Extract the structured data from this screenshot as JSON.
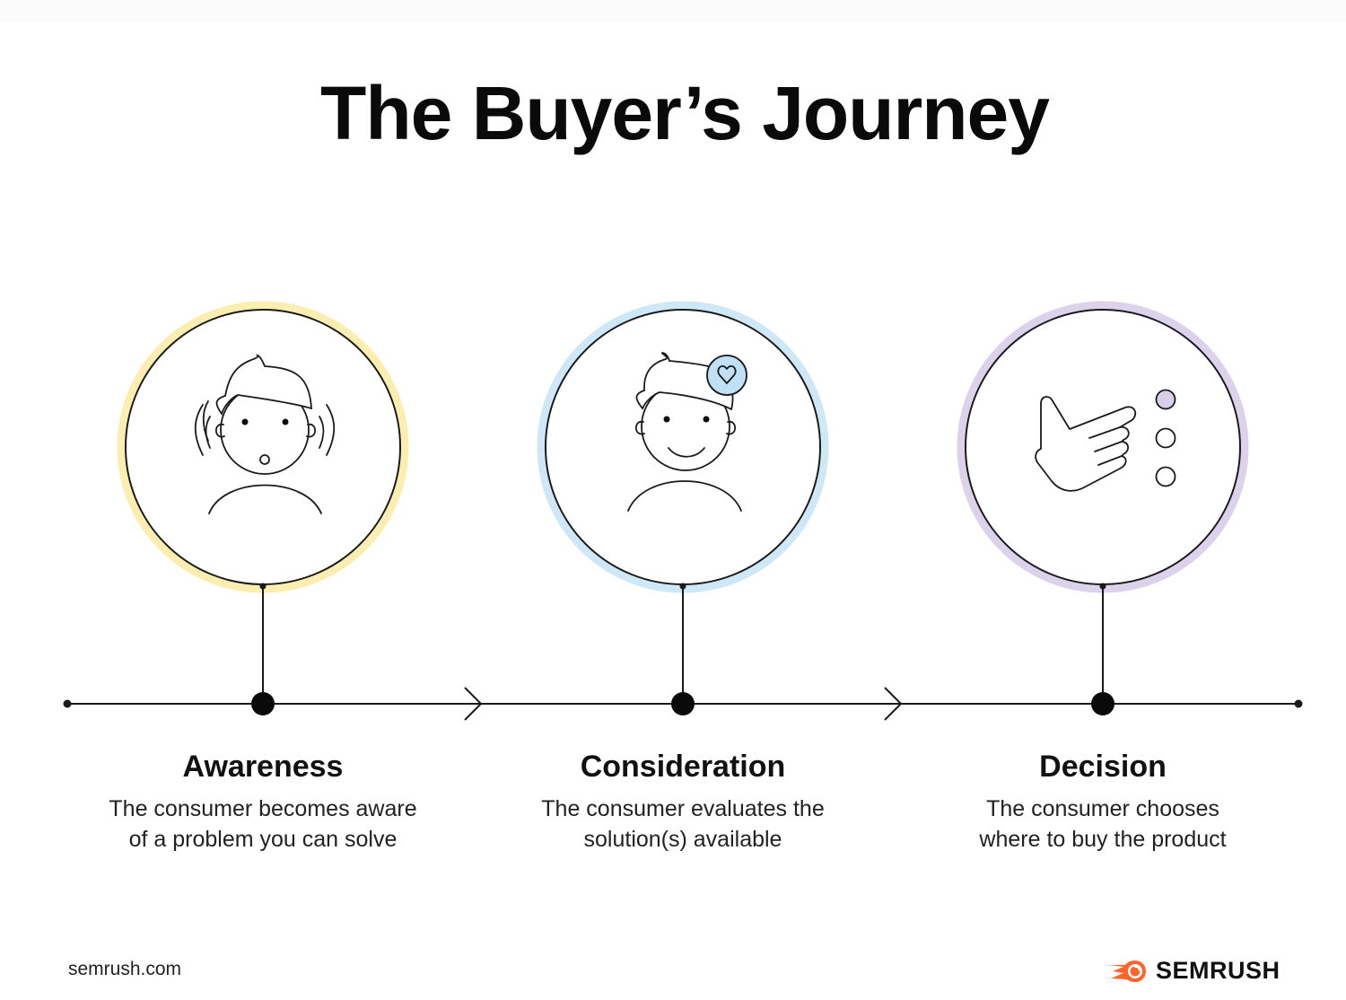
{
  "title": "The Buyer’s Journey",
  "colors": {
    "awareness_ring": "#fbeeb0",
    "consideration_ring": "#cfe8f7",
    "decision_ring": "#ddd2ec",
    "heart_badge": "#bfe0f5",
    "decision_dot": "#d9cfe9",
    "brand_orange": "#ff642d",
    "line": "#1a1a1a"
  },
  "stages": [
    {
      "name": "Awareness",
      "description_line1": "The consumer becomes aware",
      "description_line2": "of a problem you can solve",
      "icon": "surprised-person-icon"
    },
    {
      "name": "Consideration",
      "description_line1": "The consumer evaluates the",
      "description_line2": "solution(s) available",
      "icon": "smiling-person-with-heart-icon"
    },
    {
      "name": "Decision",
      "description_line1": "The consumer chooses",
      "description_line2": "where to buy the product",
      "icon": "pointing-hand-options-icon"
    }
  ],
  "timeline": {
    "arrows": 2,
    "nodes": 3
  },
  "footer": {
    "url": "semrush.com",
    "brand": "SEMRUSH",
    "brand_icon": "semrush-fireball-icon"
  }
}
